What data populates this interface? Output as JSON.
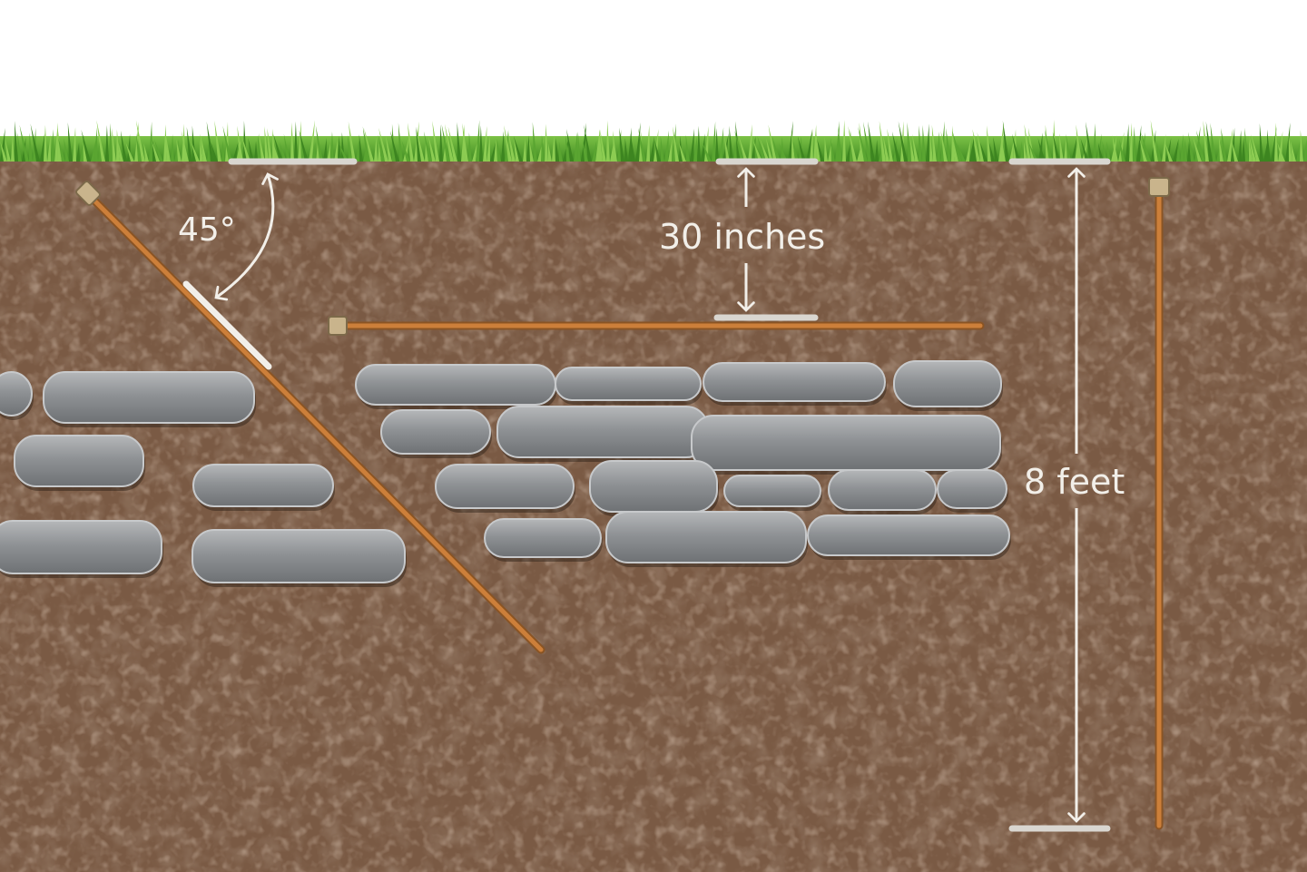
{
  "labels": {
    "angle": "45°",
    "shallow_depth": "30 inches",
    "deep_depth": "8 feet"
  },
  "colors": {
    "sky": "#ffffff",
    "soil": "#7a5a44",
    "grass": "#5aa531",
    "rock": "#8e9194",
    "rod": "#cc7f3a",
    "annotation": "#f2efe9"
  },
  "icons": [
    "grass-strip",
    "soil-cross-section",
    "rock-layer",
    "ground-rod",
    "dimension-arrow"
  ]
}
